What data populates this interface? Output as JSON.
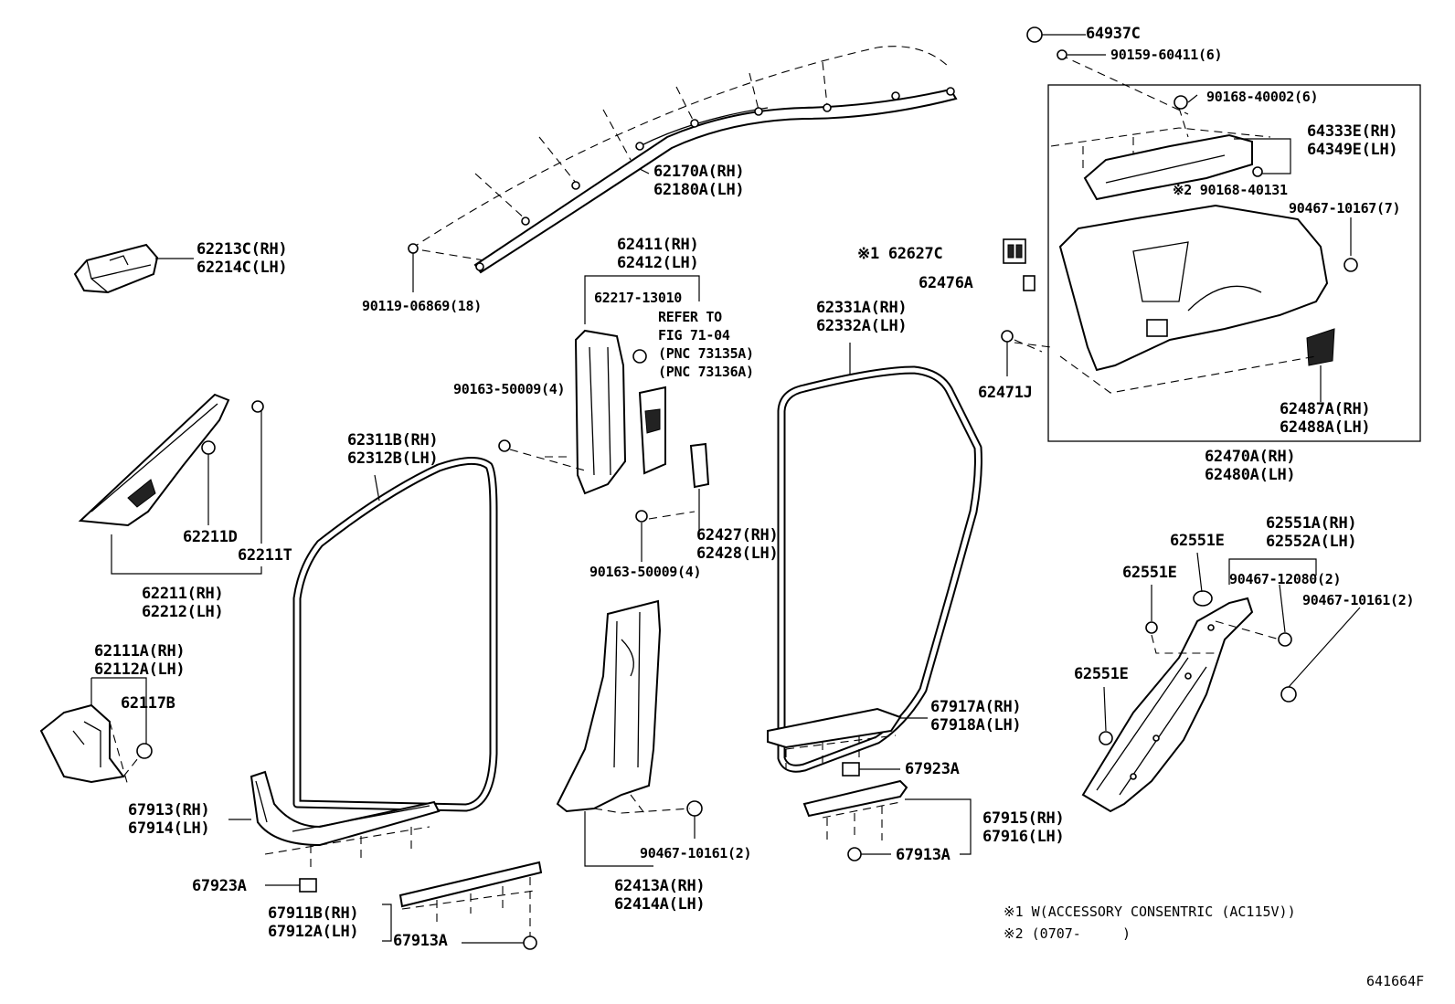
{
  "diagram": {
    "reference_code": "641664F",
    "notes": [
      "※1 W(ACCESSORY CONSENTRIC (AC115V))",
      "※2 (0707-     )"
    ],
    "callouts": {
      "c64937C": "64937C",
      "c90159": "90159-60411(6)",
      "c90168a": "90168-40002(6)",
      "c64333": "64333E(RH)\n64349E(LH)",
      "c90168b": "※2 90168-40131",
      "c90467_7": "90467-10167(7)",
      "c62627C": "※1 62627C",
      "c62476A": "62476A",
      "c62471J": "62471J",
      "c62487": "62487A(RH)\n62488A(LH)",
      "c62470": "62470A(RH)\n62480A(LH)",
      "c62170": "62170A(RH)\n62180A(LH)",
      "c90119": "90119-06869(18)",
      "c62213": "62213C(RH)\n62214C(LH)",
      "c62411": "62411(RH)\n62412(LH)",
      "c62217": "62217-13010",
      "c_refer": "REFER TO\nFIG 71-04\n(PNC 73135A)\n(PNC 73136A)",
      "c90163a": "90163-50009(4)",
      "c90163b": "90163-50009(4)",
      "c62427": "62427(RH)\n62428(LH)",
      "c62331": "62331A(RH)\n62332A(LH)",
      "c62311": "62311B(RH)\n62312B(LH)",
      "c62211D": "62211D",
      "c62211T": "62211T",
      "c62211": "62211(RH)\n62212(LH)",
      "c62111": "62111A(RH)\n62112A(LH)",
      "c62117B": "62117B",
      "c67913": "67913(RH)\n67914(LH)",
      "c67923a": "67923A",
      "c67923b": "67923A",
      "c67911": "67911B(RH)\n67912A(LH)",
      "c67913Aa": "67913A",
      "c67913Ab": "67913A",
      "c90467_2a": "90467-10161(2)",
      "c62413": "62413A(RH)\n62414A(LH)",
      "c67917": "67917A(RH)\n67918A(LH)",
      "c67915": "67915(RH)\n67916(LH)",
      "c62551Ea": "62551E",
      "c62551Eb": "62551E",
      "c62551Ec": "62551E",
      "c62551": "62551A(RH)\n62552A(LH)",
      "c90467_12080": "90467-12080(2)",
      "c90467_2b": "90467-10161(2)"
    }
  }
}
